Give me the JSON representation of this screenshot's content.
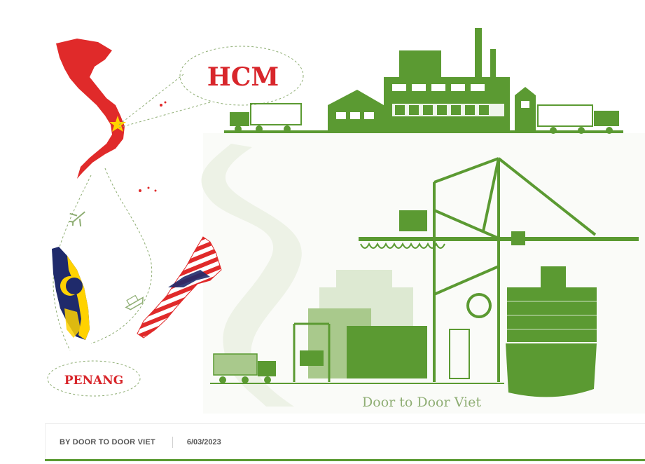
{
  "hero": {
    "label_hcm": "HCM",
    "label_penang": "PENANG",
    "brand_caption": "Door to Door Viet"
  },
  "meta": {
    "author": "BY DOOR TO DOOR VIET",
    "date": "6/03/2023"
  },
  "colors": {
    "green": "#5b9a32",
    "green_light": "#a9c98c",
    "red": "#e02a2a",
    "yellow": "#ffd200",
    "navy": "#1f2a6b"
  }
}
